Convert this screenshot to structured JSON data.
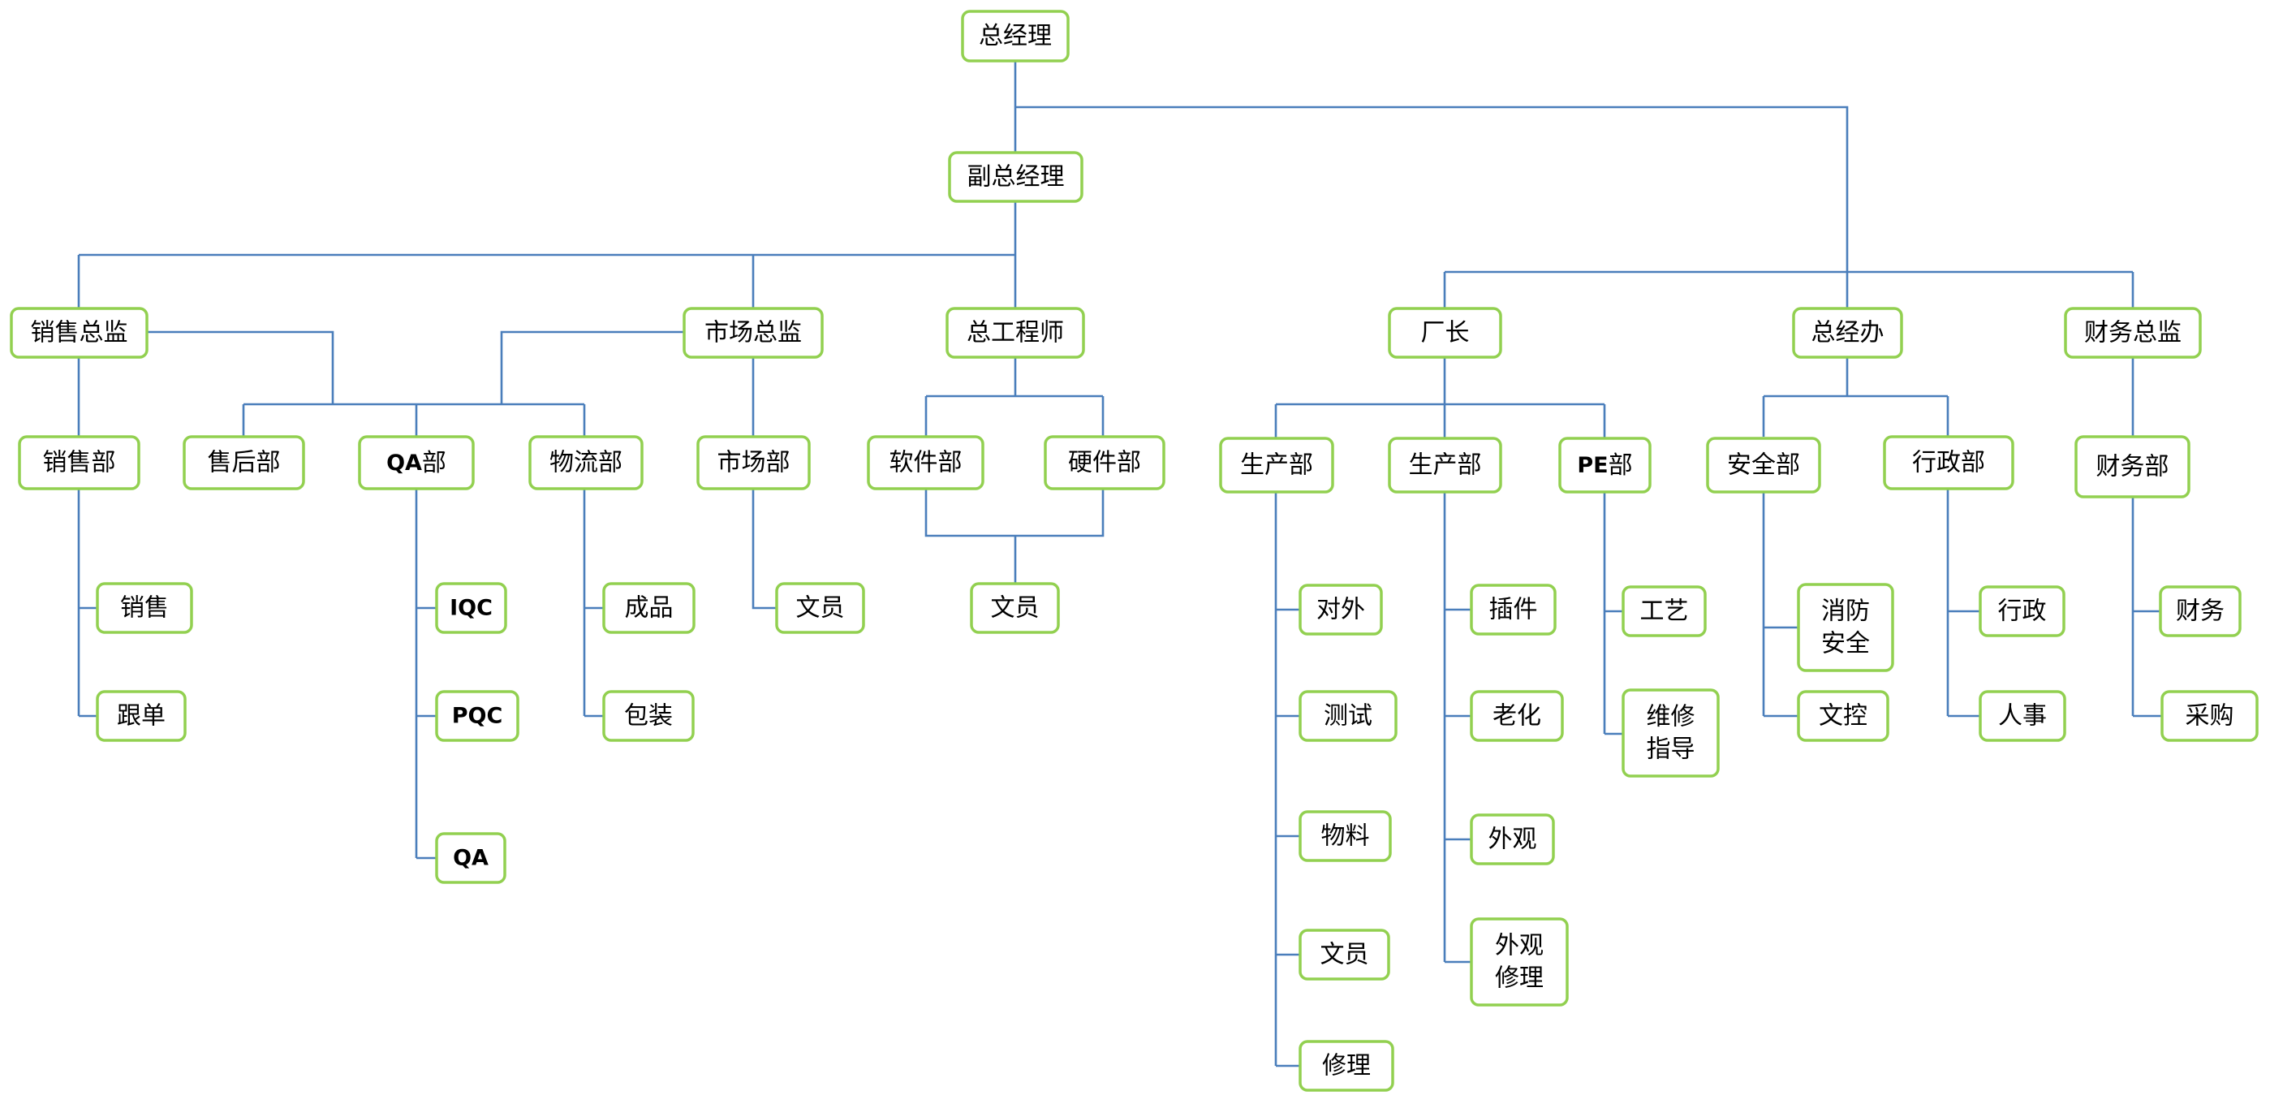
{
  "nodes": {
    "gm": "总经理",
    "dgm": "副总经理",
    "sales_dir": "销售总监",
    "mkt_dir": "市场总监",
    "chief_eng": "总工程师",
    "plant_mgr": "厂长",
    "gm_office": "总经办",
    "fin_dir": "财务总监",
    "sales_dept": "销售部",
    "aftersales": "售后部",
    "qa_dept": "QA部",
    "logistics": "物流部",
    "mkt_dept": "市场部",
    "software": "软件部",
    "hardware": "硬件部",
    "prod1": "生产部",
    "prod2": "生产部",
    "pe_dept": "PE部",
    "safety_dept": "安全部",
    "admin_dept": "行政部",
    "fin_dept": "财务部",
    "sales": "销售",
    "followup": "跟单",
    "iqc": "IQC",
    "pqc": "PQC",
    "qa": "QA",
    "finished": "成品",
    "packing": "包装",
    "mkt_clerk": "文员",
    "eng_clerk": "文员",
    "external": "对外",
    "testing": "测试",
    "materials": "物料",
    "prod_clerk": "文员",
    "repair": "修理",
    "plugin": "插件",
    "aging": "老化",
    "appearance": "外观",
    "app_repair": [
      "外观",
      "修理"
    ],
    "process": "工艺",
    "maint": [
      "维修",
      "指导"
    ],
    "fire": [
      "消防",
      "安全"
    ],
    "doc_ctrl": "文控",
    "admin": "行政",
    "hr": "人事",
    "finance": "财务",
    "purchase": "采购"
  }
}
